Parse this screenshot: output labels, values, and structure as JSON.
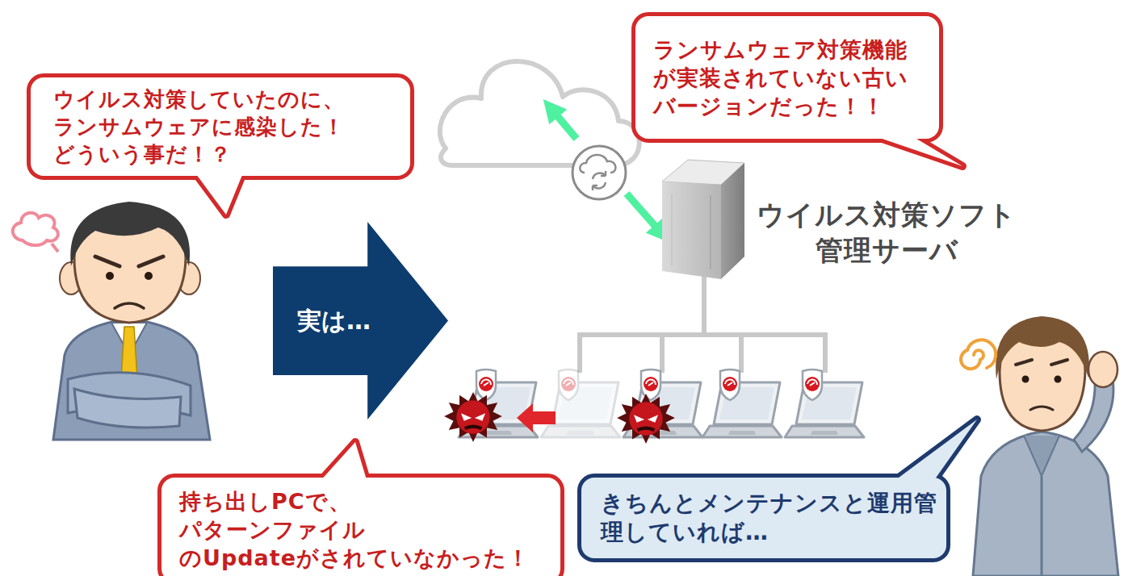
{
  "diagram": {
    "nodes": [
      {
        "text": [
          "ウイルス対策していたのに、 ランサムウェアに感染した！ どういう事だ！？"
        ]
      },
      {
        "text": [
          "ランサムウェア対策機能 が実装されていない古い バージョンだった！！"
        ]
      },
      {
        "text": [
          "実は…"
        ]
      },
      {
        "text": [
          "持ち出しPCで、パターンファイル のUpdateがされていなかった！"
        ]
      },
      {
        "text": [
          "きちんとメンテナンスと運用管 理していれば…"
        ]
      }
    ],
    "labels": [
      "ウイルス対策ソフト 管理サーバ"
    ]
  }
}
